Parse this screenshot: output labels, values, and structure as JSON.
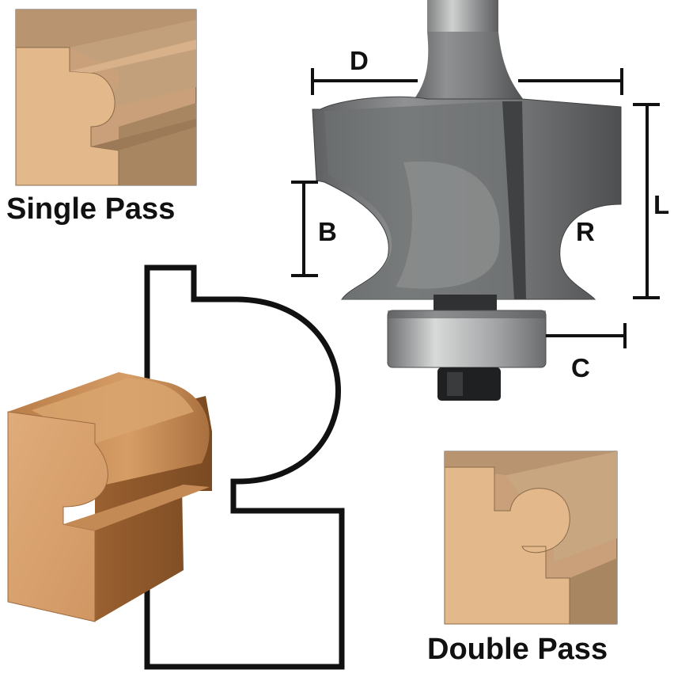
{
  "captions": {
    "single_pass": "Single Pass",
    "double_pass": "Double Pass"
  },
  "dimension_labels": {
    "d": "D",
    "b": "B",
    "r": "R",
    "l": "L",
    "c": "C"
  },
  "colors": {
    "wood_light": "#e3b98c",
    "wood_mid": "#c9a07a",
    "wood_dark": "#a88662",
    "block_face": "#d9a472",
    "block_top": "#c48a55",
    "block_side": "#8a5428",
    "steel_light": "#a4a6a6",
    "steel_mid": "#7d7f80",
    "steel_dark": "#4f5152",
    "outline": "#111111"
  }
}
